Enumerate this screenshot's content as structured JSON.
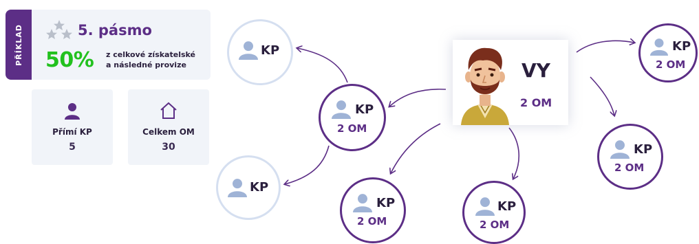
{
  "panel": {
    "example_label": "PŘÍKLAD",
    "zone_title": "5. pásmo",
    "percent": "50%",
    "commission_text_line1": "z celkové získatelské",
    "commission_text_line2": "a následné provize",
    "stats": [
      {
        "label": "Přímí KP",
        "value": "5",
        "icon": "person-icon"
      },
      {
        "label": "Celkem OM",
        "value": "30",
        "icon": "house-icon"
      }
    ]
  },
  "you": {
    "label": "VY",
    "om": "2 OM"
  },
  "nodes": {
    "kp_label": "KP",
    "om_label": "2 OM"
  },
  "colors": {
    "brand_purple": "#5c2e86",
    "green": "#22c11e",
    "panel_bg": "#f1f4f9",
    "passive_ring": "#d5dff0",
    "person_icon": "#9fb3d6"
  }
}
